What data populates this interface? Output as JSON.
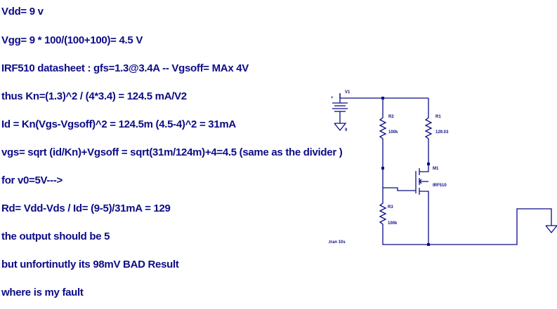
{
  "notes": [
    "Vdd= 9 v",
    "Vgg= 9 * 100/(100+100)= 4.5 V",
    "IRF510 datasheet : gfs=1.3@3.4A -- Vgsoff= MAx 4V",
    "thus Kn=(1.3)^2 / (4*3.4) = 124.5 mA/V2",
    "Id = Kn(Vgs-Vgsoff)^2 = 124.5m (4.5-4)^2 = 31mA",
    "vgs= sqrt (id/Kn)+Vgsoff = sqrt(31m/124m)+4=4.5 (same as the divider )",
    "for v0=5V--->",
    "Rd= Vdd-Vds / Id= (9-5)/31mA = 129",
    "the output should be 5",
    "but unfortinutly its 98mV BAD Result",
    "where is my fault"
  ],
  "schematic": {
    "source_name": "V1",
    "source_value": "9",
    "source_plus": "+",
    "r2_name": "R2",
    "r2_value": "100k",
    "r1_name": "R1",
    "r1_value": "129.03",
    "r3_name": "R3",
    "r3_value": "100k",
    "m1_name": "M1",
    "m1_part": "IRF510",
    "directive": ".tran 10s"
  }
}
